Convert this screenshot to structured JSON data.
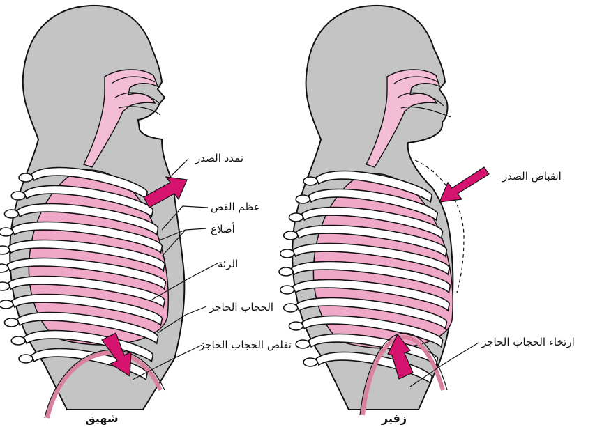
{
  "panels": {
    "inhale": {
      "caption": "شهيق",
      "labels": {
        "chest_expansion": "تمدد الصدر",
        "sternum": "عظم القص",
        "ribs": "أضلاع",
        "lung": "الرئة",
        "diaphragm": "الحجاب الحاجز",
        "diaphragm_contraction": "تقلص الحجاب الحاجز"
      }
    },
    "exhale": {
      "caption": "زفير",
      "labels": {
        "chest_contraction": "انقباض الصدر",
        "diaphragm_relaxation": "ارتخاء الحجاب الحاجز"
      }
    }
  },
  "colors": {
    "body": "#c4c4c4",
    "lung": "#f0a8c8",
    "arrow": "#d6136f",
    "rib": "#ffffff"
  }
}
